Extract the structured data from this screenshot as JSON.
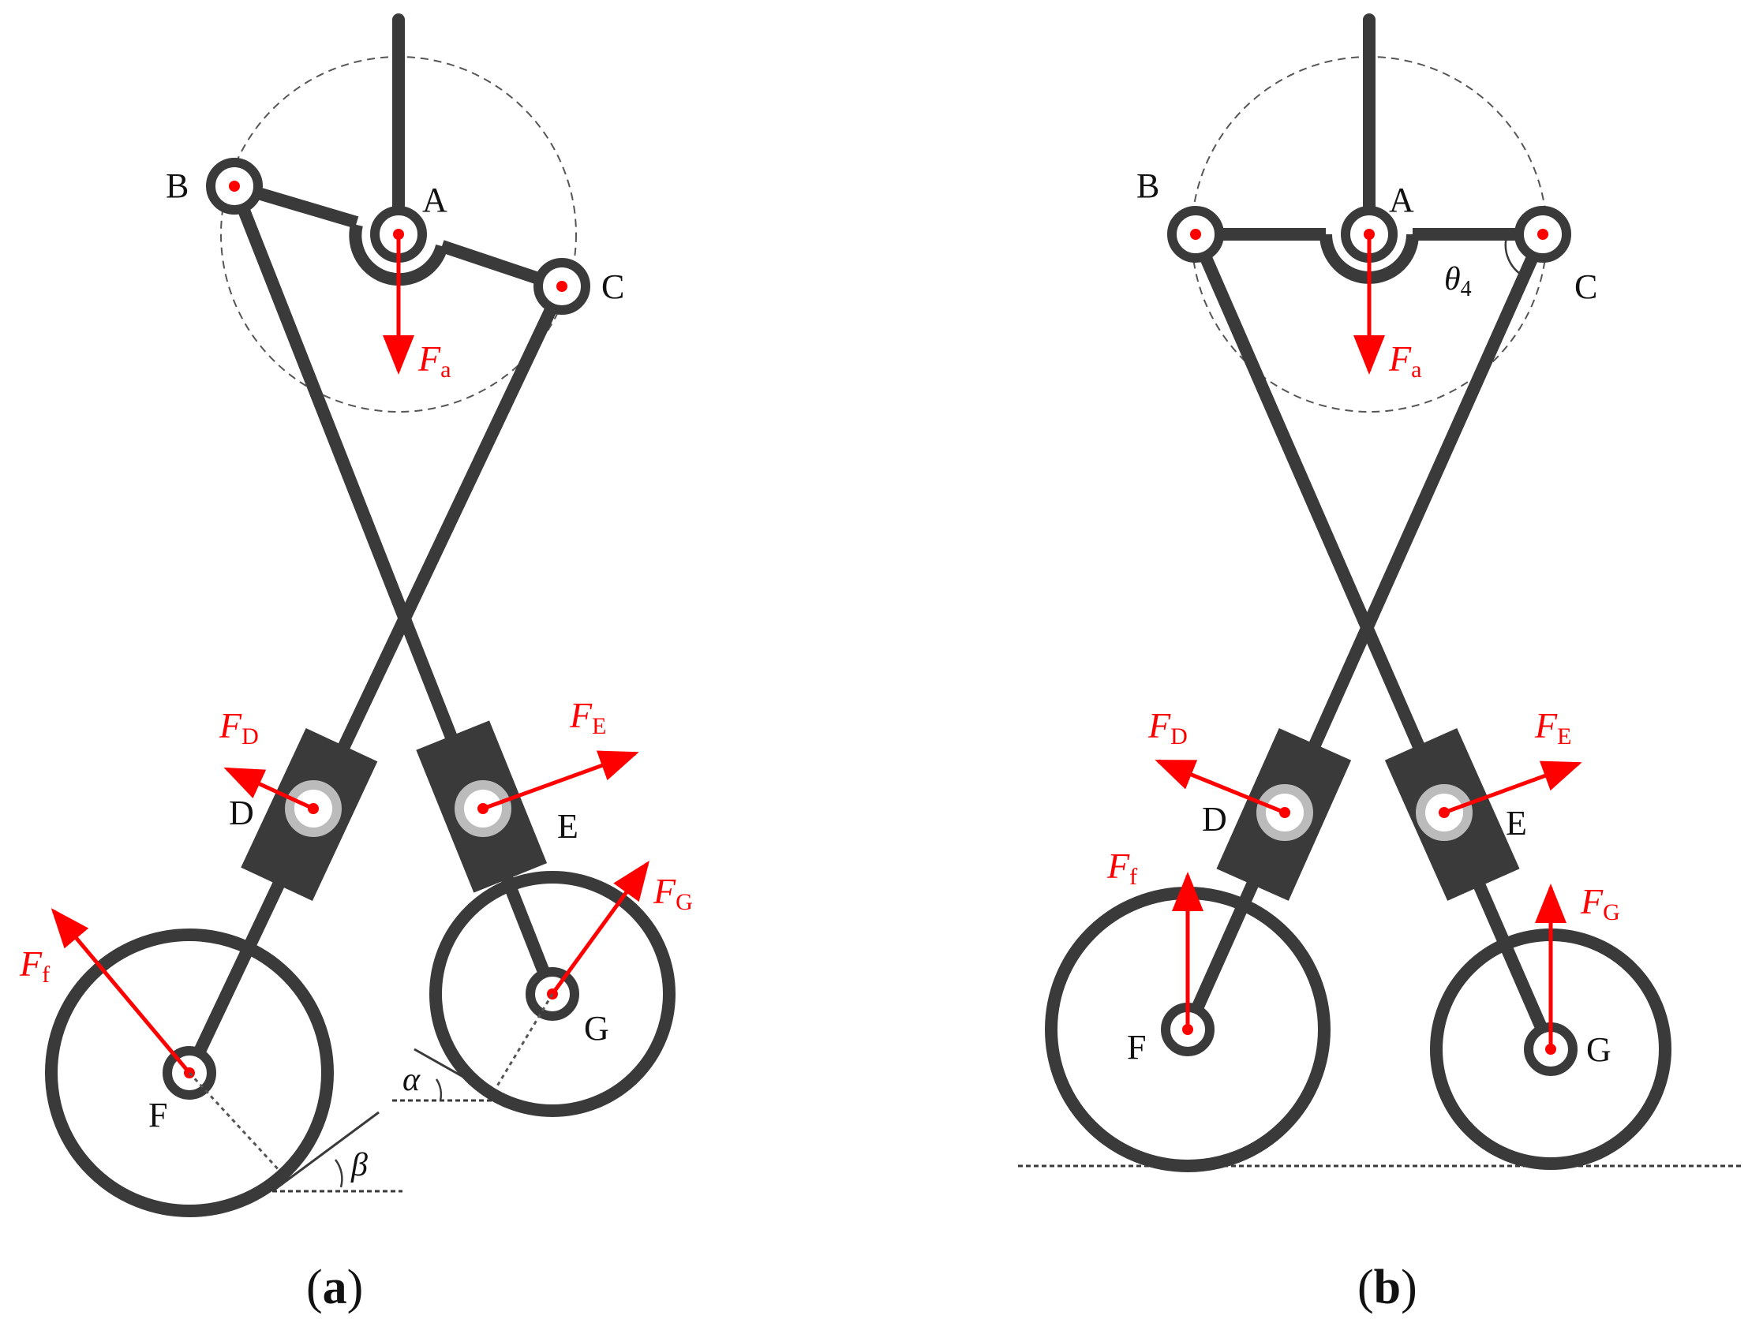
{
  "panels": [
    {
      "id": "a",
      "caption_open": "(",
      "caption_letter": "a",
      "caption_close": ")",
      "points": {
        "A": "A",
        "B": "B",
        "C": "C",
        "D": "D",
        "E": "E",
        "F": "F",
        "G": "G"
      },
      "forces": {
        "Fa": {
          "main": "F",
          "sub": "a"
        },
        "FD": {
          "main": "F",
          "sub": "D"
        },
        "FE": {
          "main": "F",
          "sub": "E"
        },
        "FG": {
          "main": "F",
          "sub": "G"
        },
        "Ff": {
          "main": "F",
          "sub": "f"
        }
      },
      "angles": {
        "alpha": "α",
        "beta": "β"
      }
    },
    {
      "id": "b",
      "caption_open": "(",
      "caption_letter": "b",
      "caption_close": ")",
      "points": {
        "A": "A",
        "B": "B",
        "C": "C",
        "D": "D",
        "E": "E",
        "F": "F",
        "G": "G"
      },
      "forces": {
        "Fa": {
          "main": "F",
          "sub": "a"
        },
        "FD": {
          "main": "F",
          "sub": "D"
        },
        "FE": {
          "main": "F",
          "sub": "E"
        },
        "FG": {
          "main": "F",
          "sub": "G"
        },
        "Ff": {
          "main": "F",
          "sub": "f"
        }
      },
      "angles": {
        "theta": "θ",
        "theta_sub": "4"
      }
    }
  ],
  "colors": {
    "link": "#3a3a3a",
    "force": "#ff0000",
    "guide": "#555555"
  }
}
